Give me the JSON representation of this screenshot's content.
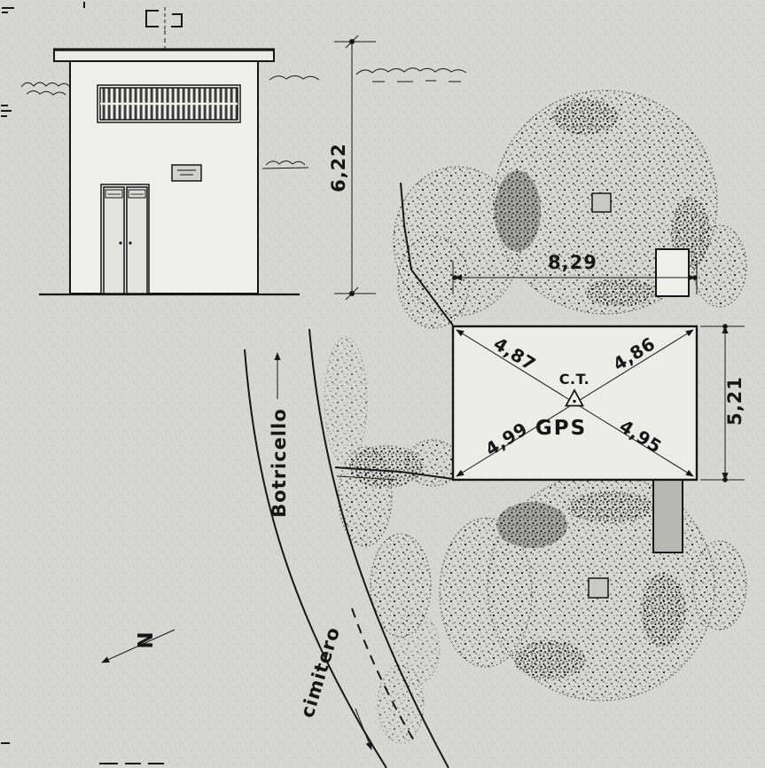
{
  "colors": {
    "paper": "#d6d6d2",
    "ink": "#161616",
    "building_fill": "#efefeb",
    "plan_fill": "#ecece8",
    "annex_fill": "#b7b7b3"
  },
  "elevation": {
    "height": "6,22"
  },
  "plan": {
    "width": "8,29",
    "depth": "5,21",
    "diagonals": {
      "nw": "4,87",
      "ne": "4,86",
      "sw": "4,99",
      "se": "4,95"
    },
    "station": "C.T.",
    "point": "GPS"
  },
  "site": {
    "road_up": "Botricello",
    "road_down": "cimitero",
    "north": "N"
  }
}
